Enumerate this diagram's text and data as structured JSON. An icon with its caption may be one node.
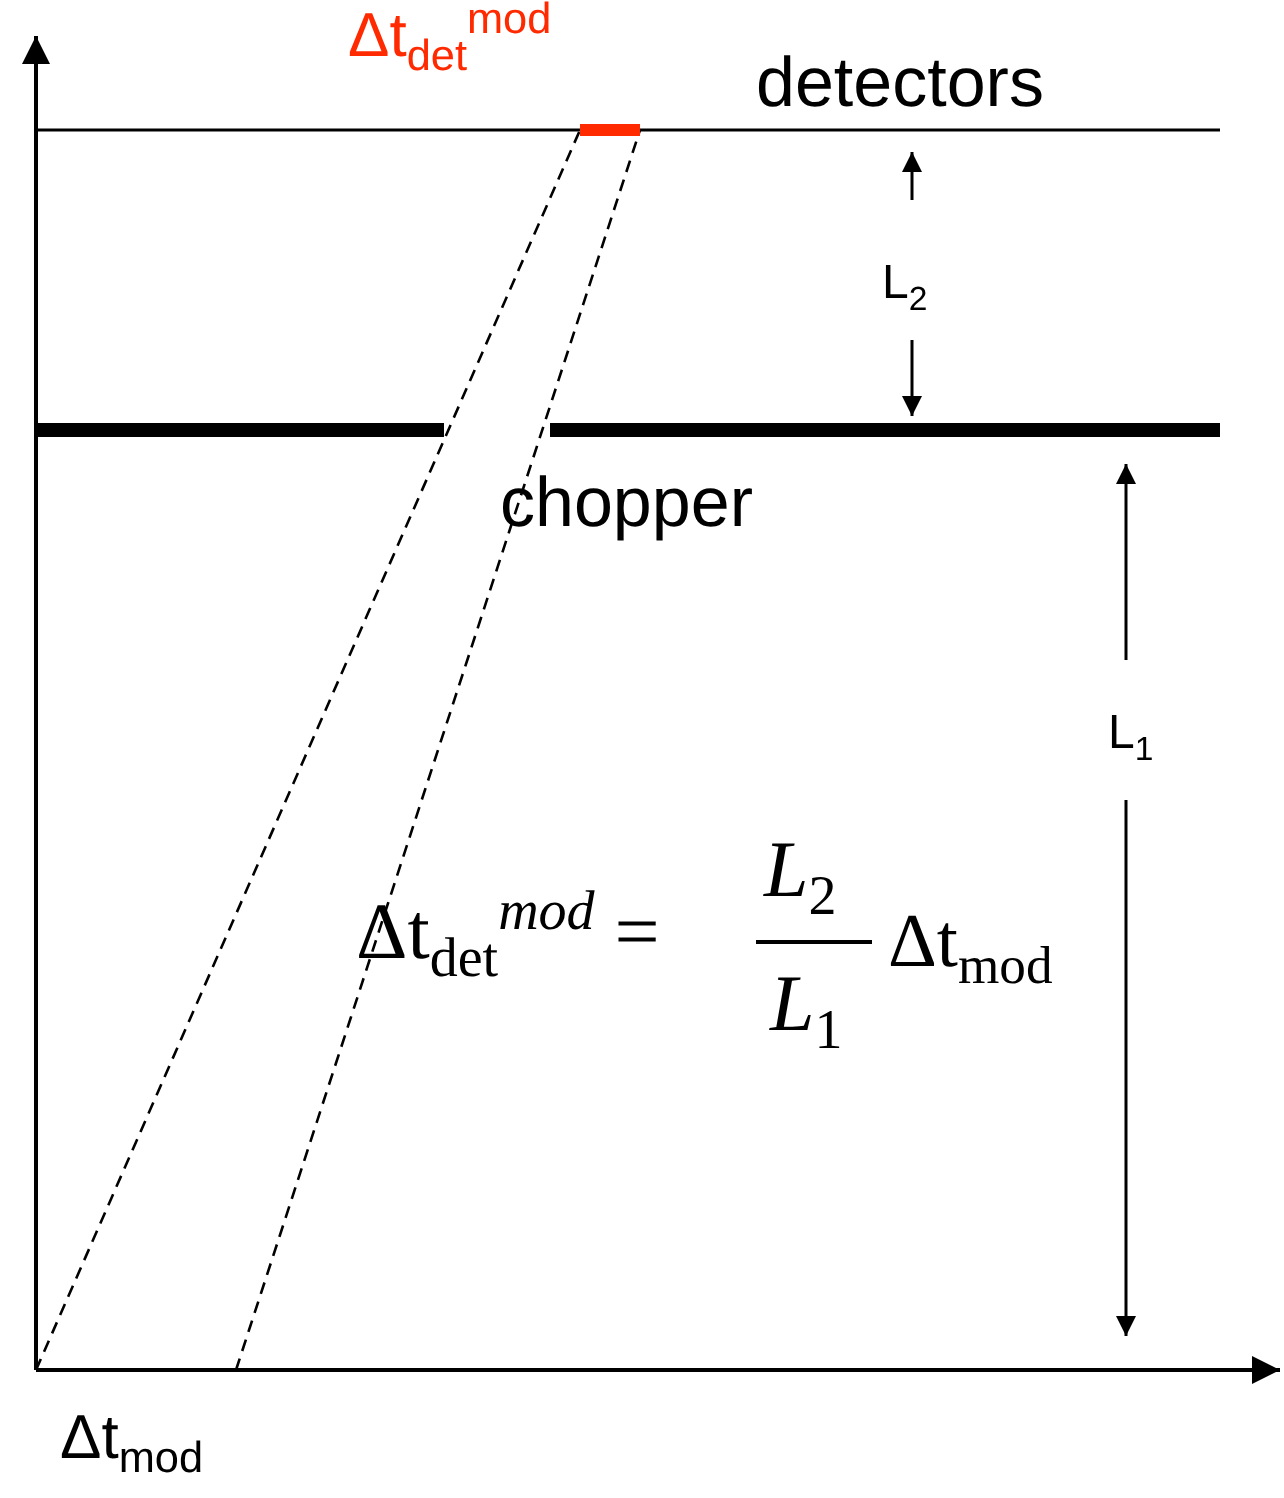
{
  "diagram": {
    "labels": [
      "Δt$_{det}$$^{mod}$",
      "detectors",
      "L$_{2}$",
      "chopper",
      "L$_{1}$",
      "Δt$_{det}$$^{mod}$ =",
      "L$_{2}$",
      "L$_{1}$",
      "Δt$_{mod}$",
      "Δt$_{mod}$"
    ]
  }
}
